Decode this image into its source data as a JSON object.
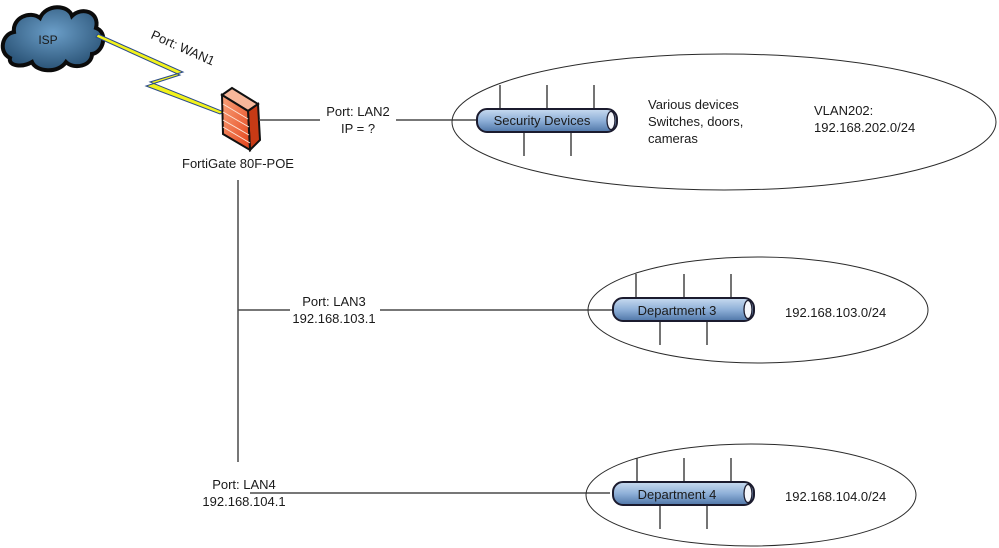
{
  "isp": {
    "label": "ISP"
  },
  "wan_link": {
    "label": "Port:  WAN1"
  },
  "firewall": {
    "label": "FortiGate 80F-POE"
  },
  "links": [
    {
      "port": "Port: LAN2",
      "ip": "IP = ?"
    },
    {
      "port": "Port: LAN3",
      "ip": "192.168.103.1"
    },
    {
      "port": "Port: LAN4",
      "ip": "192.168.104.1"
    }
  ],
  "segments": [
    {
      "bus_label": "Security Devices",
      "description": [
        "Various devices",
        "Switches, doors,",
        "cameras"
      ],
      "subnet_line1": "VLAN202:",
      "subnet": "192.168.202.0/24"
    },
    {
      "bus_label": "Department 3",
      "subnet": "192.168.103.0/24"
    },
    {
      "bus_label": "Department 4",
      "subnet": "192.168.104.0/24"
    }
  ],
  "colors": {
    "bus_fill": "#8fb0d8",
    "bus_stroke": "#1b1b2e",
    "line": "#4a4a4a",
    "firewall": "#f06a3c",
    "cloud": "#2f5d86",
    "bolt": "#f2f21c"
  }
}
